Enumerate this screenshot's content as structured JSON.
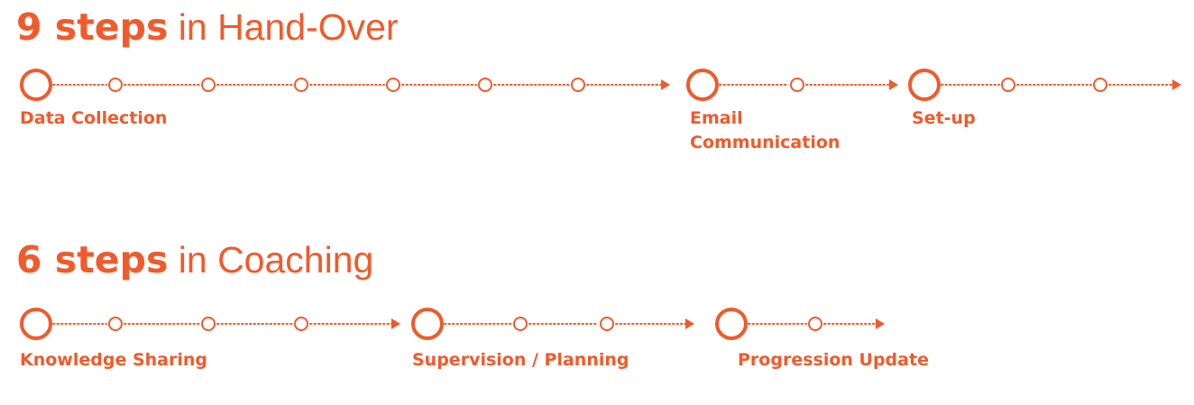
{
  "colors": {
    "accent": "#f15a2b"
  },
  "sections": [
    {
      "title_bold": "9 steps",
      "title_rest": " in Hand-Over",
      "phases": [
        {
          "label": "Data Collection",
          "steps": 7
        },
        {
          "label_line1": "Email",
          "label_line2": "Communication",
          "steps": 2
        },
        {
          "label": "Set-up",
          "steps": 3
        }
      ]
    },
    {
      "title_bold": "6 steps",
      "title_rest": " in Coaching",
      "phases": [
        {
          "label": "Knowledge Sharing",
          "steps": 4
        },
        {
          "label": "Supervision / Planning",
          "steps": 3
        },
        {
          "label": "Progression Update",
          "steps": 2
        }
      ]
    }
  ]
}
